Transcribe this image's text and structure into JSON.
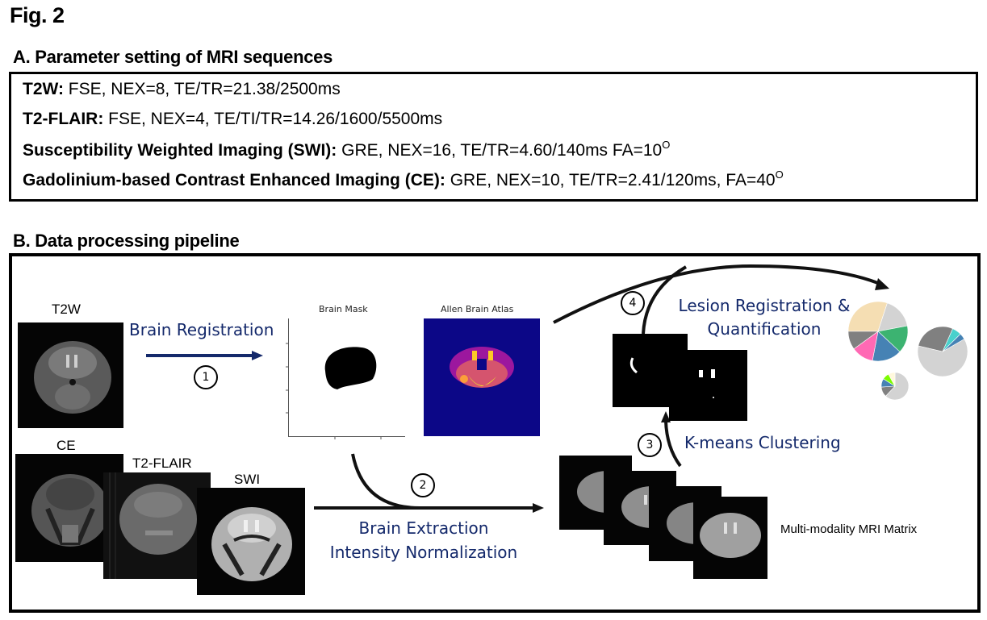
{
  "figure": {
    "title": "Fig. 2"
  },
  "section_a": {
    "title": "A. Parameter setting of MRI sequences",
    "rows": [
      {
        "name": "T2W:",
        "params": " FSE, NEX=8, TE/TR=21.38/2500ms",
        "sup": ""
      },
      {
        "name": "T2-FLAIR:",
        "params": " FSE, NEX=4, TE/TI/TR=14.26/1600/5500ms",
        "sup": ""
      },
      {
        "name": "Susceptibility Weighted Imaging (SWI):",
        "params": " GRE, NEX=16, TE/TR=4.60/140ms FA=10",
        "sup": "O"
      },
      {
        "name": "Gadolinium-based Contrast Enhanced Imaging (CE):",
        "params": " GRE, NEX=10, TE/TR=2.41/120ms, FA=40",
        "sup": "O"
      }
    ]
  },
  "section_b": {
    "title": "B. Data processing pipeline",
    "images": {
      "t2w": "T2W",
      "ce": "CE",
      "t2flair": "T2-FLAIR",
      "swi": "SWI",
      "brain_mask": "Brain Mask",
      "allen_atlas": "Allen Brain Atlas",
      "matrix": "Multi-modality MRI Matrix"
    },
    "steps": [
      {
        "number": "1",
        "label": "Brain Registration"
      },
      {
        "number": "2",
        "label_line1": "Brain Extraction",
        "label_line2": "Intensity Normalization"
      },
      {
        "number": "3",
        "label": "K-means Clustering"
      },
      {
        "number": "4",
        "label_line1": "Lesion Registration &",
        "label_line2": "Quantification"
      }
    ],
    "colors": {
      "step_text": "#14296b",
      "registration_arrow": "#14296b",
      "atlas_background": "#0c0787"
    },
    "pies": [
      {
        "name": "pie-large",
        "slices": [
          {
            "fraction": 0.3,
            "color": "#f5deb3"
          },
          {
            "fraction": 0.17,
            "color": "#d3d3d3"
          },
          {
            "fraction": 0.15,
            "color": "#3cb371"
          },
          {
            "fraction": 0.16,
            "color": "#4682b4"
          },
          {
            "fraction": 0.12,
            "color": "#ff69b4"
          },
          {
            "fraction": 0.1,
            "color": "#808080"
          }
        ]
      },
      {
        "name": "pie-medium",
        "slices": [
          {
            "fraction": 0.62,
            "color": "#d3d3d3"
          },
          {
            "fraction": 0.28,
            "color": "#808080"
          },
          {
            "fraction": 0.06,
            "color": "#48d1cc"
          },
          {
            "fraction": 0.04,
            "color": "#4682b4"
          }
        ]
      },
      {
        "name": "pie-small",
        "slices": [
          {
            "fraction": 0.62,
            "color": "#d3d3d3"
          },
          {
            "fraction": 0.12,
            "color": "#808080"
          },
          {
            "fraction": 0.1,
            "color": "#4682b4"
          },
          {
            "fraction": 0.08,
            "color": "#7cfc00"
          },
          {
            "fraction": 0.08,
            "color": "#fff8dc"
          }
        ]
      }
    ]
  }
}
